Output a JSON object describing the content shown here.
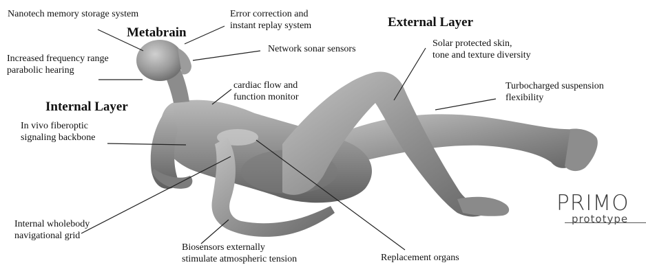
{
  "headings": {
    "metabrain": "Metabrain",
    "internal_layer": "Internal Layer",
    "external_layer": "External Layer"
  },
  "labels": {
    "nanotech_memory": "Nanotech memory storage system",
    "error_correction": "Error correction and\ninstant replay system",
    "network_sonar": "Network sonar sensors",
    "parabolic_hearing": "Increased frequency range\nparabolic hearing",
    "cardiac_flow": "cardiac flow and\nfunction monitor",
    "fiberoptic": "In vivo fiberoptic\nsignaling backbone",
    "solar_skin": "Solar protected skin,\ntone and texture diversity",
    "suspension": "Turbocharged suspension\nflexibility",
    "wholebody_grid": "Internal wholebody\nnavigational grid",
    "biosensors": "Biosensors externally\nstimulate atmospheric tension",
    "replacement_organs": "Replacement organs"
  },
  "brand": {
    "name": "PRIMO",
    "tagline": "prototype"
  },
  "colors": {
    "figure_dark": "#6b6b6b",
    "figure_mid": "#9a9a9a",
    "figure_light": "#c8c8c8",
    "leader_line": "#222222"
  }
}
